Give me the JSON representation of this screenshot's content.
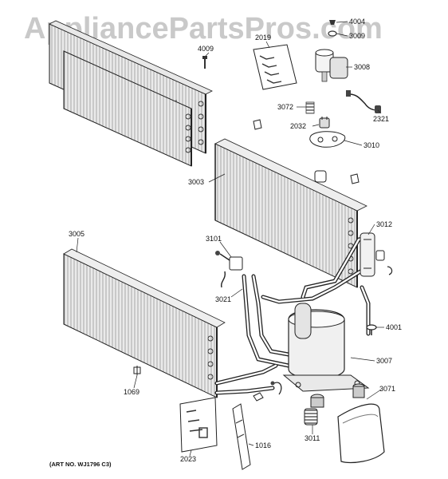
{
  "watermark": "AppliancePartsPros.com",
  "art_number": "(ART NO. WJ1796 C3)",
  "parts": [
    {
      "id": "p4004",
      "label": "4004"
    },
    {
      "id": "p3009",
      "label": "3009"
    },
    {
      "id": "p4009",
      "label": "4009"
    },
    {
      "id": "p2019",
      "label": "2019"
    },
    {
      "id": "p3008",
      "label": "3008"
    },
    {
      "id": "p3072",
      "label": "3072"
    },
    {
      "id": "p2321",
      "label": "2321"
    },
    {
      "id": "p2032",
      "label": "2032"
    },
    {
      "id": "p3010",
      "label": "3010"
    },
    {
      "id": "p3003",
      "label": "3003"
    },
    {
      "id": "p3012",
      "label": "3012"
    },
    {
      "id": "p3005",
      "label": "3005"
    },
    {
      "id": "p3101",
      "label": "3101"
    },
    {
      "id": "p3021",
      "label": "3021"
    },
    {
      "id": "p4001",
      "label": "4001"
    },
    {
      "id": "p3007",
      "label": "3007"
    },
    {
      "id": "p1069",
      "label": "1069"
    },
    {
      "id": "p3071",
      "label": "3071"
    },
    {
      "id": "p1016",
      "label": "1016"
    },
    {
      "id": "p3011",
      "label": "3011"
    },
    {
      "id": "p2023",
      "label": "2023"
    }
  ]
}
